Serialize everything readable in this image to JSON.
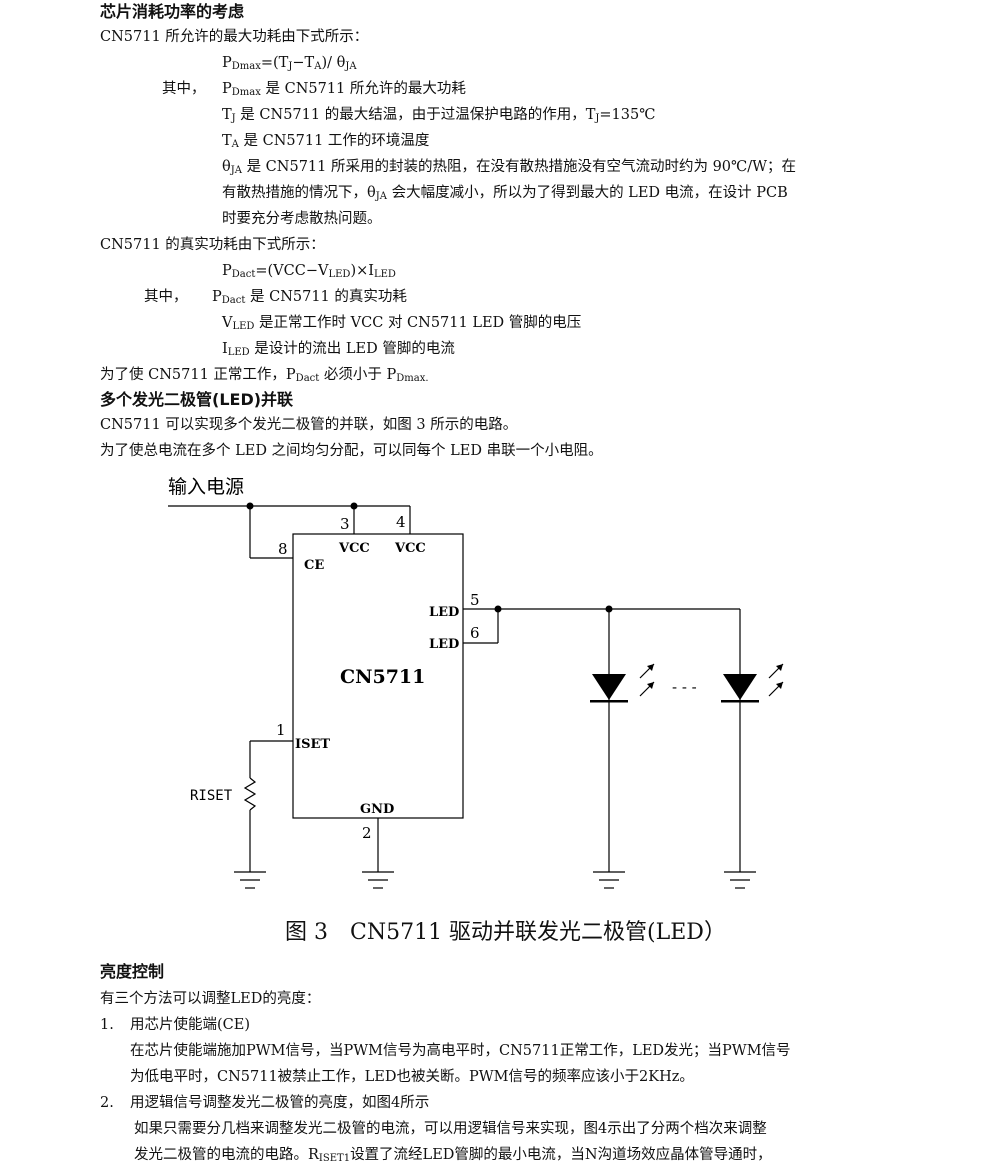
{
  "sec1": {
    "heading": "芯片消耗功率的考虑",
    "intro": "CN5711 所允许的最大功耗由下式所示：",
    "f1_p": "P",
    "f1_sub": "Dmax",
    "f1_a": "=(T",
    "f1_j": "J",
    "f1_b": "−T",
    "f1_asub": "A",
    "f1_c": ")/ θ",
    "f1_ja": "JA",
    "where": "其中，",
    "d1_p": "P",
    "d1_sub": "Dmax",
    "d1_t": " 是 CN5711 所允许的最大功耗",
    "d2_t": "T",
    "d2_sub": "J",
    "d2_a": " 是 CN5711 的最大结温，由于过温保护电路的作用，T",
    "d2_sub2": "J",
    "d2_b": "=135℃",
    "d3_t": "T",
    "d3_sub": "A",
    "d3_a": " 是 CN5711 工作的环境温度",
    "d4_t": " θ",
    "d4_sub": "JA",
    "d4_a": " 是 CN5711 所采用的封装的热阻，在没有散热措施没有空气流动时约为 90℃/W；在",
    "d4_line2a": "有散热措施的情况下，θ",
    "d4_line2sub": "JA",
    "d4_line2b": " 会大幅度减小，所以为了得到最大的 LED 电流，在设计 PCB",
    "d4_line3": "时要充分考虑散热问题。",
    "intro2": "CN5711 的真实功耗由下式所示：",
    "f2_p": "P",
    "f2_sub": "Dact",
    "f2_a": "=(VCC−V",
    "f2_led": "LED",
    "f2_b": ")×I",
    "f2_led2": "LED",
    "where2": "其中，",
    "e1_p": "P",
    "e1_sub": "Dact",
    "e1_a": " 是 CN5711 的真实功耗",
    "e2_v": "V",
    "e2_sub": "LED",
    "e2_a": " 是正常工作时 VCC 对 CN5711 LED 管脚的电压",
    "e3_i": "I",
    "e3_sub": "LED",
    "e3_a": " 是设计的流出 LED 管脚的电流",
    "concl_a": "为了使 CN5711 正常工作，P",
    "concl_sub": "Dact",
    "concl_b": " 必须小于 P",
    "concl_sub2": "Dmax."
  },
  "sec2": {
    "heading": "多个发光二极管(LED)并联",
    "p1": "CN5711 可以实现多个发光二极管的并联，如图 3 所示的电路。",
    "p2": "为了使总电流在多个 LED 之间均匀分配，可以同每个 LED 串联一个小电阻。"
  },
  "figure": {
    "input_label": "输入电源",
    "chip_name": "CN5711",
    "pin_ce": "CE",
    "pin_vcc1": "VCC",
    "pin_vcc2": "VCC",
    "pin_led1": "LED",
    "pin_led2": "LED",
    "pin_iset": "ISET",
    "pin_gnd": "GND",
    "num_3": "3",
    "num_4": "4",
    "num_8": "8",
    "num_5": "5",
    "num_6": "6",
    "num_1": "1",
    "num_2": "2",
    "riset": "RISET",
    "dots": "- - -",
    "caption": "图 3　CN5711 驱动并联发光二极管(LED）"
  },
  "sec3": {
    "heading": "亮度控制",
    "intro": "有三个方法可以调整LED的亮度：",
    "i1_num": "1.",
    "i1_title": "用芯片使能端(CE)",
    "i1_body1": "在芯片使能端施加PWM信号，当PWM信号为高电平时，CN5711正常工作，LED发光；当PWM信号",
    "i1_body2": "为低电平时，CN5711被禁止工作，LED也被关断。PWM信号的频率应该小于2KHz。",
    "i2_num": "2.",
    "i2_title": "用逻辑信号调整发光二极管的亮度，如图4所示",
    "i2_body1": "如果只需要分几档来调整发光二极管的电流，可以用逻辑信号来实现，图4示出了分两个档次来调整",
    "i2_body2a": "发光二极管的电流的电路。R",
    "i2_body2sub": "ISET1",
    "i2_body2b": "设置了流经LED管脚的最小电流，当N沟道场效应晶体管导通时，"
  }
}
